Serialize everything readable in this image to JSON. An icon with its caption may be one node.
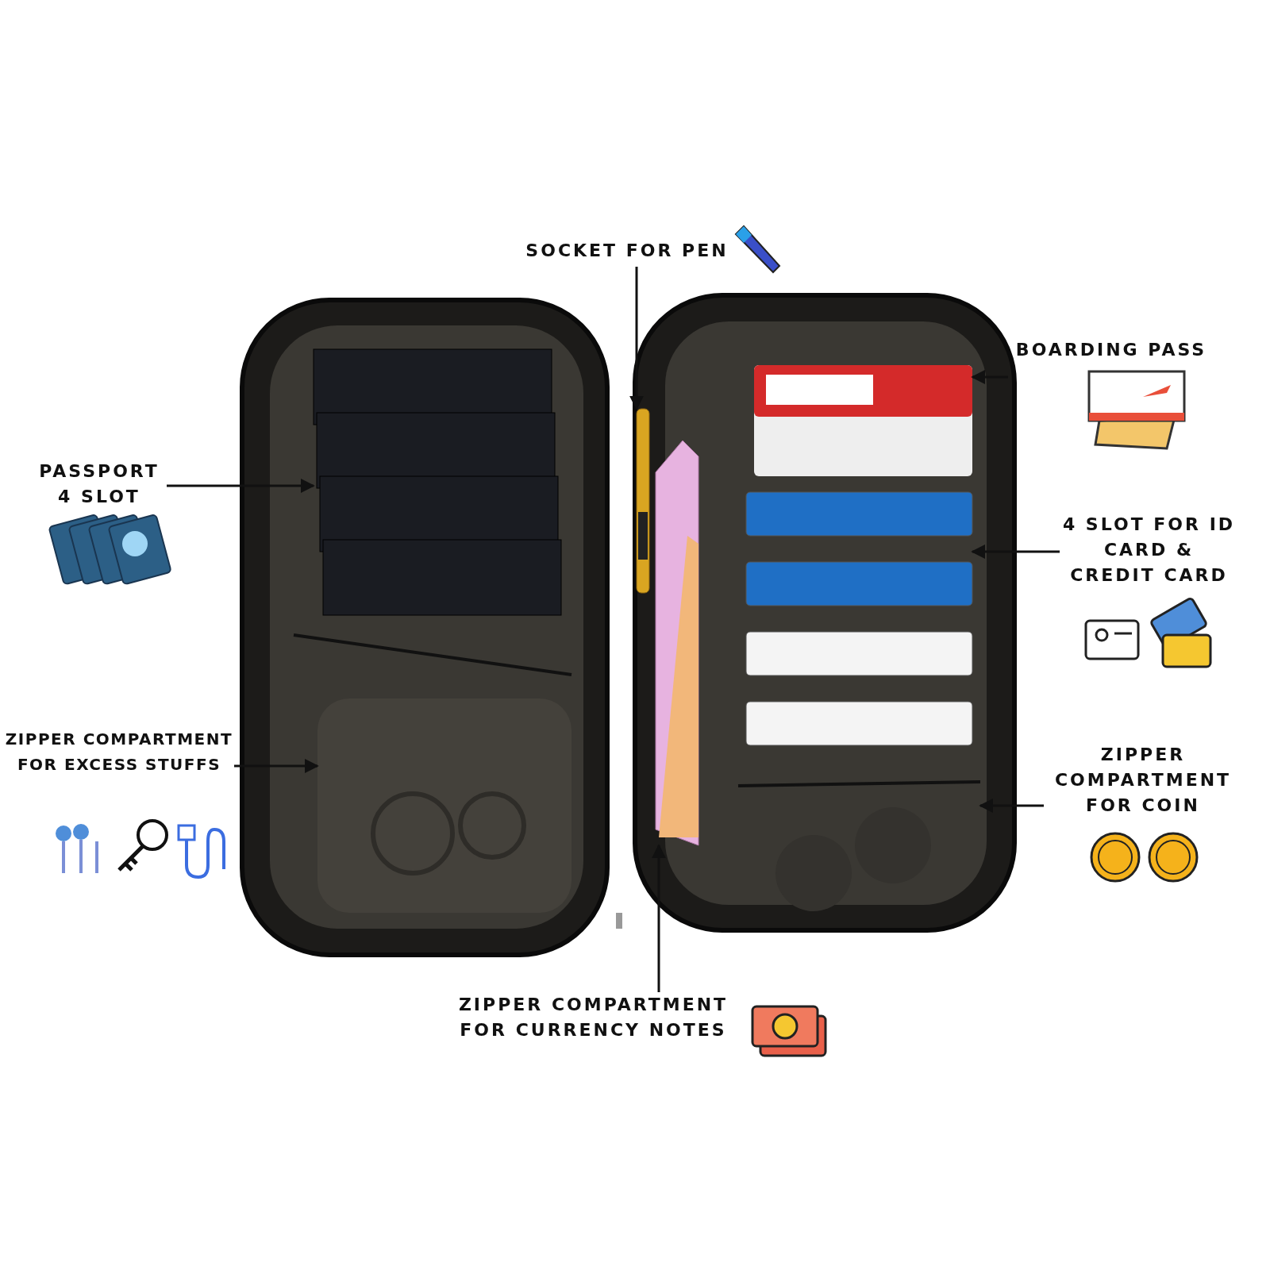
{
  "diagram": {
    "nodes": [
      {
        "text": [
          "SOCKET FOR PEN"
        ]
      },
      {
        "text": [
          "BOARDING PASS"
        ]
      },
      {
        "text": [
          "PASSPORT 4 SLOT"
        ]
      },
      {
        "text": [
          "4 SLOT FOR ID CARD & CREDIT CARD"
        ]
      },
      {
        "text": [
          "ZIPPER COMPARTMENT FOR EXCESS STUFFS"
        ]
      },
      {
        "text": [
          "ZIPPER COMPARTMENT FOR COIN"
        ]
      },
      {
        "text": [
          "ZIPPER COMPARTMENT FOR CURRENCY NOTES"
        ]
      },
      {
        "text": [],
        "shape": "picture"
      },
      {
        "text": [],
        "shape": "picture"
      },
      {
        "text": [],
        "shape": "picture"
      },
      {
        "text": [],
        "shape": "picture"
      },
      {
        "text": [],
        "shape": "picture"
      },
      {
        "text": [],
        "shape": "picture"
      },
      {
        "text": [],
        "shape": "picture"
      }
    ],
    "edges": [
      {
        "from": 0,
        "to": 7,
        "arrow": "to"
      },
      {
        "from": 1,
        "to": 8,
        "arrow": "to"
      },
      {
        "from": 2,
        "to": 9,
        "arrow": "to"
      },
      {
        "from": 3,
        "to": 10,
        "arrow": "to"
      },
      {
        "from": 4,
        "to": 11,
        "arrow": "to"
      },
      {
        "from": 5,
        "to": 12,
        "arrow": "to"
      },
      {
        "from": 6,
        "to": 13,
        "arrow": "to"
      }
    ]
  }
}
